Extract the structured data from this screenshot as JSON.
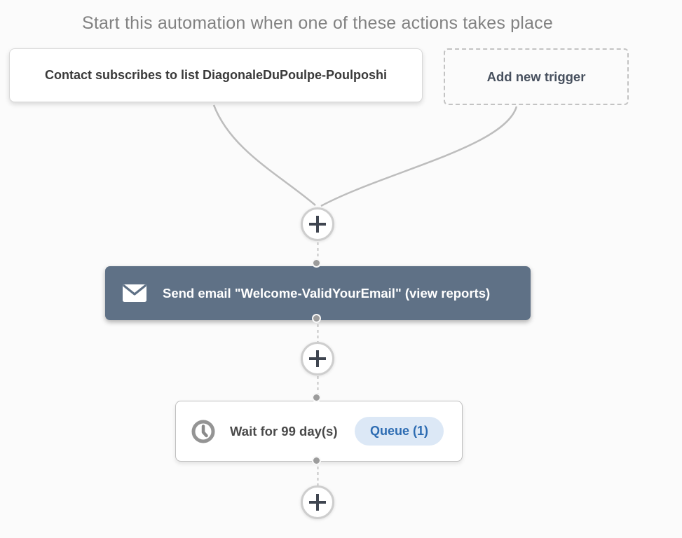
{
  "title": "Start this automation when one of these actions takes place",
  "triggers": {
    "existing_label": "Contact subscribes to list DiagonaleDuPoulpe-Poulposhi",
    "add_new_label": "Add new trigger"
  },
  "steps": {
    "email": {
      "label": "Send email \"Welcome-ValidYourEmail\" (view reports)",
      "icon": "envelope-icon",
      "bg_color": "#5f7186",
      "text_color": "#ffffff"
    },
    "wait": {
      "label": "Wait for 99 day(s)",
      "icon": "clock-icon",
      "badge": {
        "label": "Queue (1)",
        "bg_color": "#dce8f6",
        "text_color": "#2d6cb2"
      }
    }
  },
  "connectors": {
    "add_step_icon": "plus-icon",
    "line_color": "#bdbdbd",
    "dot_color": "#9c9c9c"
  }
}
